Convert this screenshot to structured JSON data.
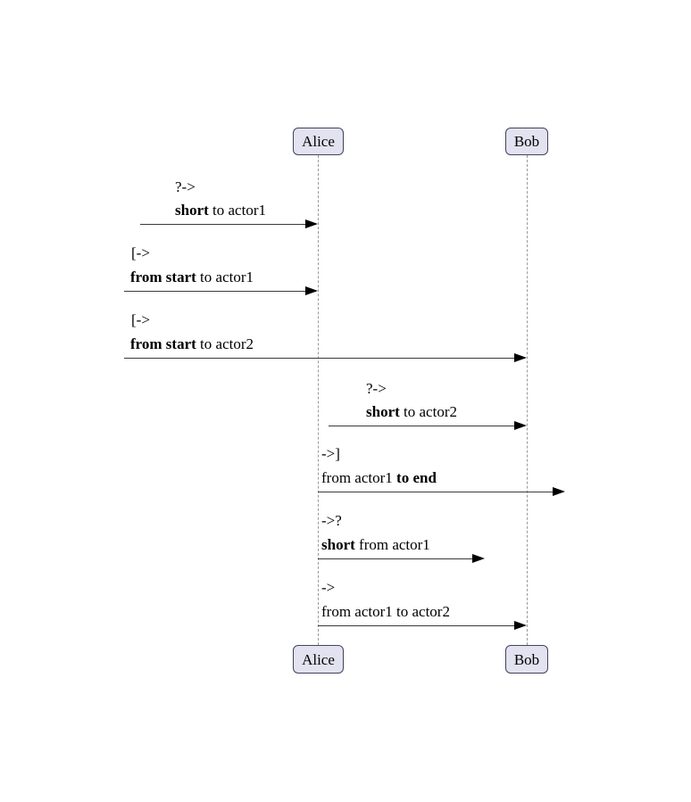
{
  "diagram": {
    "type": "sequence-diagram",
    "colors": {
      "background": "#ffffff",
      "actor_fill": "#E2E2F0",
      "actor_border": "#42425a",
      "lifeline": "#999999",
      "arrow_line": "#3a3a3a",
      "arrow_head": "#000000",
      "text": "#000000"
    },
    "actors": [
      {
        "name": "Alice"
      },
      {
        "name": "Bob"
      }
    ],
    "messages": [
      {
        "prefix": "?->",
        "label_pre": "",
        "label_bold": "short",
        "label_post": " to actor1",
        "from": "outside-short",
        "to": "Alice"
      },
      {
        "prefix": "[->",
        "label_pre": "",
        "label_bold": "from start",
        "label_post": " to actor1",
        "from": "start",
        "to": "Alice"
      },
      {
        "prefix": "[->",
        "label_pre": "",
        "label_bold": "from start",
        "label_post": " to actor2",
        "from": "start",
        "to": "Bob"
      },
      {
        "prefix": "?->",
        "label_pre": "",
        "label_bold": "short",
        "label_post": " to actor2",
        "from": "outside-short",
        "to": "Bob"
      },
      {
        "prefix": "->]",
        "label_pre": "from actor1 ",
        "label_bold": "to end",
        "label_post": "",
        "from": "Alice",
        "to": "end"
      },
      {
        "prefix": "->?",
        "label_pre": "",
        "label_bold": "short",
        "label_post": " from actor1",
        "from": "Alice",
        "to": "outside-short"
      },
      {
        "prefix": "->",
        "label_pre": "from actor1 to actor2",
        "label_bold": "",
        "label_post": "",
        "from": "Alice",
        "to": "Bob"
      }
    ]
  }
}
